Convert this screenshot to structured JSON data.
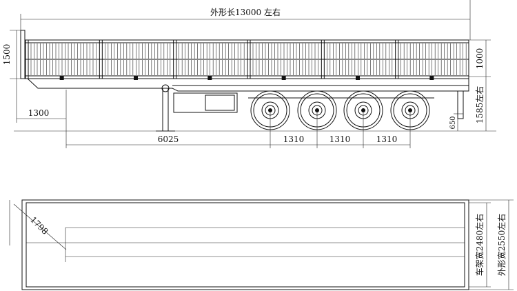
{
  "side_view": {
    "overall_length": "外形长13000 左右",
    "body_height": "1500",
    "side_panel_height": "1000",
    "kingpin_offset": "1300",
    "kingpin_to_axle": "6025",
    "axle_spacings": [
      "1310",
      "1310",
      "1310"
    ],
    "deck_height": "1585左右",
    "tail_height": "650",
    "panel_sections": 6,
    "axles": 4
  },
  "top_view": {
    "diagonal": "1798",
    "frame_width": "车架宽2480左右",
    "overall_width": "外形宽2550左右"
  }
}
